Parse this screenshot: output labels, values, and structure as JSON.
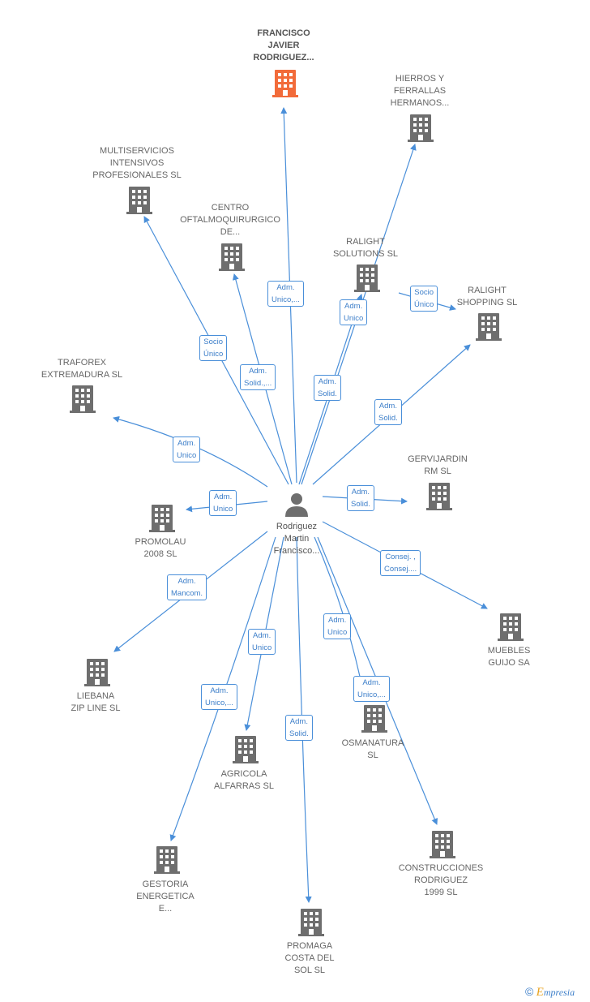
{
  "center": {
    "lines": [
      "Rodriguez",
      "Martin",
      "Francisco..."
    ],
    "icon": "person-icon"
  },
  "colors": {
    "edge": "#4a8fd9",
    "building": "#6e6e6e",
    "highlight": "#f26b3a"
  },
  "companies": [
    {
      "id": "francisco",
      "lines": [
        "FRANCISCO",
        "JAVIER",
        "RODRIGUEZ..."
      ],
      "highlight": true,
      "tag": [
        "Adm.",
        "Unico,..."
      ]
    },
    {
      "id": "hierros",
      "lines": [
        "HIERROS Y",
        "FERRALLAS",
        "HERMANOS..."
      ],
      "tag": [
        "Adm.",
        "Solid."
      ]
    },
    {
      "id": "multiservicios",
      "lines": [
        "MULTISERVICIOS",
        "INTENSIVOS",
        "PROFESIONALES SL"
      ],
      "tag": [
        "Socio",
        "Único"
      ]
    },
    {
      "id": "centro",
      "lines": [
        "CENTRO",
        "OFTALMOQUIRURGICO",
        "DE..."
      ],
      "tag": [
        "Adm.",
        "Solid.,..."
      ]
    },
    {
      "id": "ralight-solutions",
      "lines": [
        "RALIGHT",
        "SOLUTIONS SL"
      ],
      "tag": [
        "Adm.",
        "Unico"
      ]
    },
    {
      "id": "ralight-shopping",
      "lines": [
        "RALIGHT",
        "SHOPPING  SL"
      ],
      "tag": [
        "Adm.",
        "Solid."
      ]
    },
    {
      "id": "traforex",
      "lines": [
        "TRAFOREX",
        "EXTREMADURA SL"
      ],
      "tag": [
        "Adm.",
        "Unico"
      ]
    },
    {
      "id": "gervijardin",
      "lines": [
        "GERVIJARDIN",
        "RM  SL"
      ],
      "tag": [
        "Adm.",
        "Solid."
      ]
    },
    {
      "id": "promolau",
      "lines": [
        "PROMOLAU",
        "2008 SL"
      ],
      "tag": [
        "Adm.",
        "Unico"
      ]
    },
    {
      "id": "muebles",
      "lines": [
        "MUEBLES",
        "GUIJO SA"
      ],
      "tag": [
        "Consej. ,",
        "Consej...."
      ]
    },
    {
      "id": "liebana",
      "lines": [
        "LIEBANA",
        "ZIP LINE  SL"
      ],
      "tag": [
        "Adm.",
        "Mancom."
      ]
    },
    {
      "id": "osmanatura",
      "lines": [
        "OSMANATURA",
        "SL"
      ],
      "tag": [
        "Adm.",
        "Unico"
      ]
    },
    {
      "id": "agricola",
      "lines": [
        "AGRICOLA",
        "ALFARRAS SL"
      ],
      "tag": [
        "Adm.",
        "Unico"
      ]
    },
    {
      "id": "construcciones",
      "lines": [
        "CONSTRUCCIONES",
        "RODRIGUEZ",
        "1999  SL"
      ],
      "tag": [
        "Adm.",
        "Unico,..."
      ]
    },
    {
      "id": "gestoria",
      "lines": [
        "GESTORIA",
        "ENERGETICA",
        "E..."
      ],
      "tag": [
        "Adm.",
        "Unico,..."
      ]
    },
    {
      "id": "promaga",
      "lines": [
        "PROMAGA",
        "COSTA DEL",
        "SOL SL"
      ],
      "tag": [
        "Adm.",
        "Solid."
      ]
    }
  ],
  "extra_tags": [
    {
      "id": "socio-unico-ralight",
      "lines": [
        "Socio",
        "Único"
      ]
    }
  ],
  "watermark": {
    "copyright": "©",
    "brand_initial": "E",
    "brand_rest": "mpresia"
  }
}
